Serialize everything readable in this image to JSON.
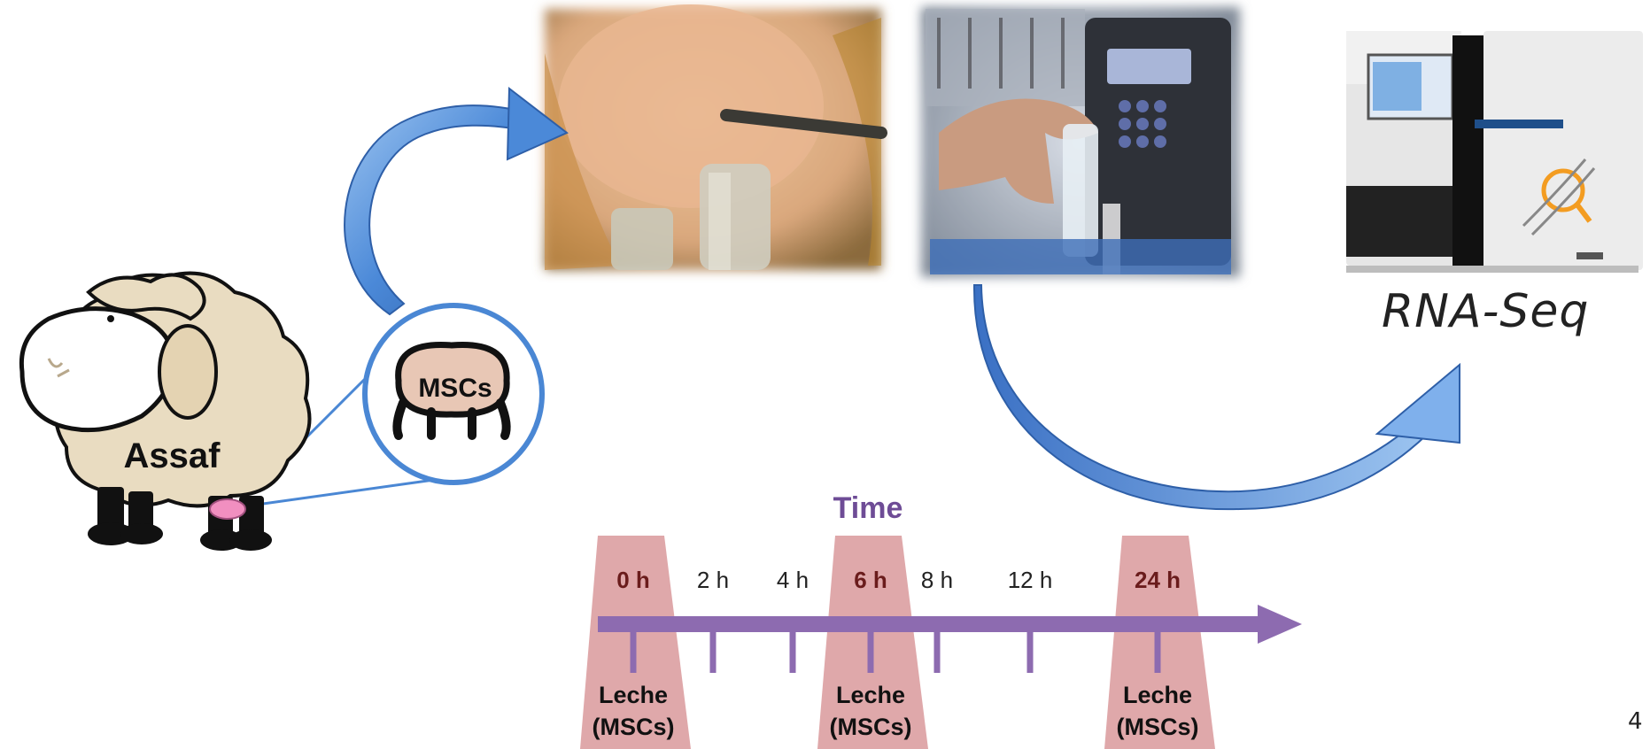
{
  "labels": {
    "animal": "Assaf",
    "udder": "MSCs",
    "rnaseq": "RNA-Seq",
    "page_number": "4"
  },
  "timeline": {
    "title": "Time",
    "points": [
      {
        "label": "0 h",
        "sampled": true
      },
      {
        "label": "2 h",
        "sampled": false
      },
      {
        "label": "4 h",
        "sampled": false
      },
      {
        "label": "6 h",
        "sampled": true
      },
      {
        "label": "8 h",
        "sampled": false
      },
      {
        "label": "12 h",
        "sampled": false
      },
      {
        "label": "24 h",
        "sampled": true
      }
    ],
    "sample_label_line1": "Leche",
    "sample_label_line2": "(MSCs)"
  },
  "colors": {
    "arrow_blue": "#3f7fd2",
    "timeline_purple": "#8d6bb0",
    "sample_band": "#d9999b",
    "title_purple": "#6e4c96"
  }
}
